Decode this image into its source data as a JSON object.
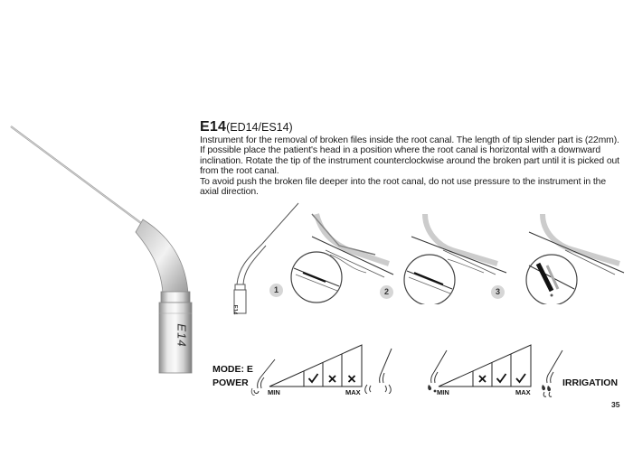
{
  "instrument": {
    "code": "E14",
    "variants": "(ED14/ES14)",
    "engraving": "E14",
    "mini_engraving": "E14"
  },
  "description": [
    "Instrument for the removal of broken files inside the root canal. The length of tip slender part is (22mm).",
    "If possible place the patient's head in a position where the root canal is horizontal with a downward inclination. Rotate the tip of the instrument counterclockwise around the broken part until it is picked out from the root canal.",
    "To avoid push the broken file deeper into the root canal, do not use pressure to the instrument in the axial direction."
  ],
  "steps": [
    "1",
    "2",
    "3"
  ],
  "settings": {
    "mode_label": "MODE: E",
    "power_label": "POWER",
    "irrigation_label": "IRRIGATION",
    "power_levels": {
      "min": "MIN",
      "max": "MAX",
      "marks": [
        "check",
        "cross",
        "cross"
      ]
    },
    "irrigation_levels": {
      "min": "MIN",
      "max": "MAX",
      "marks": [
        "cross",
        "check",
        "check"
      ]
    }
  },
  "page_number": "35"
}
